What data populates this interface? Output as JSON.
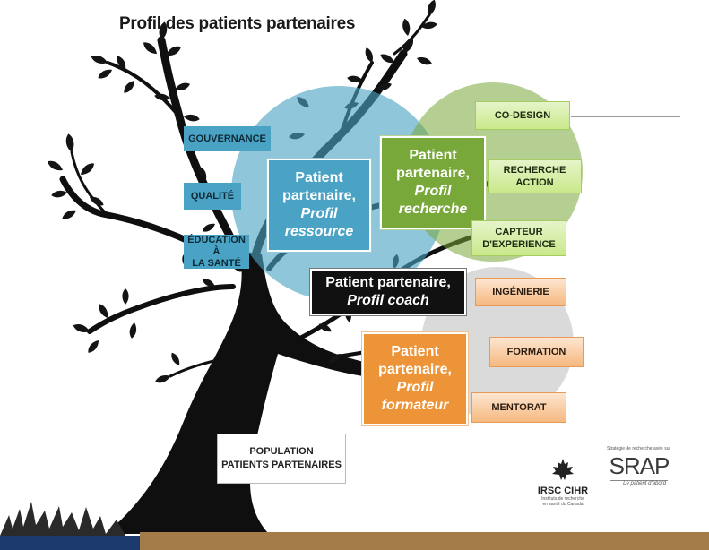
{
  "title": "Profil des patients partenaires",
  "profiles": {
    "ressource": {
      "line1": "Patient",
      "line2": "partenaire,",
      "line3": "Profil",
      "line4": "ressource"
    },
    "recherche": {
      "line1": "Patient",
      "line2": "partenaire,",
      "line3": "Profil",
      "line4": "recherche"
    },
    "coach": {
      "line1": "Patient partenaire,",
      "line2": "Profil coach"
    },
    "formateur": {
      "line1": "Patient",
      "line2": "partenaire,",
      "line3": "Profil",
      "line4": "formateur"
    }
  },
  "blue_items": {
    "gouvernance": "GOUVERNANCE",
    "qualite": "QUALITÉ",
    "education_1": "ÉDUCATION À",
    "education_2": "LA SANTÉ"
  },
  "green_items": {
    "codesign": "CO-DESIGN",
    "recherche_1": "RECHERCHE",
    "recherche_2": "ACTION",
    "capteur_1": "CAPTEUR",
    "capteur_2": "D'EXPERIENCE"
  },
  "orange_items": {
    "ingenierie": "INGÉNIERIE",
    "formation": "FORMATION",
    "mentorat": "MENTORAT"
  },
  "population": {
    "line1": "POPULATION",
    "line2": "PATIENTS PARTENAIRES"
  },
  "logos": {
    "cihr": "IRSC CIHR",
    "cihr_small_1": "Instituts de recherche",
    "cihr_small_2": "en santé du Canada",
    "srap": "SRAP",
    "srap_tagline": "Stratégie de recherche axée sur le patient",
    "srap_footer": "Le patient d'abord"
  },
  "colors": {
    "ressource": "#4aa3c4",
    "recherche": "#78a83a",
    "coach": "#111111",
    "formateur": "#ee9438",
    "footer_blue": "#1c3a6e",
    "footer_brown": "#a47c49"
  }
}
